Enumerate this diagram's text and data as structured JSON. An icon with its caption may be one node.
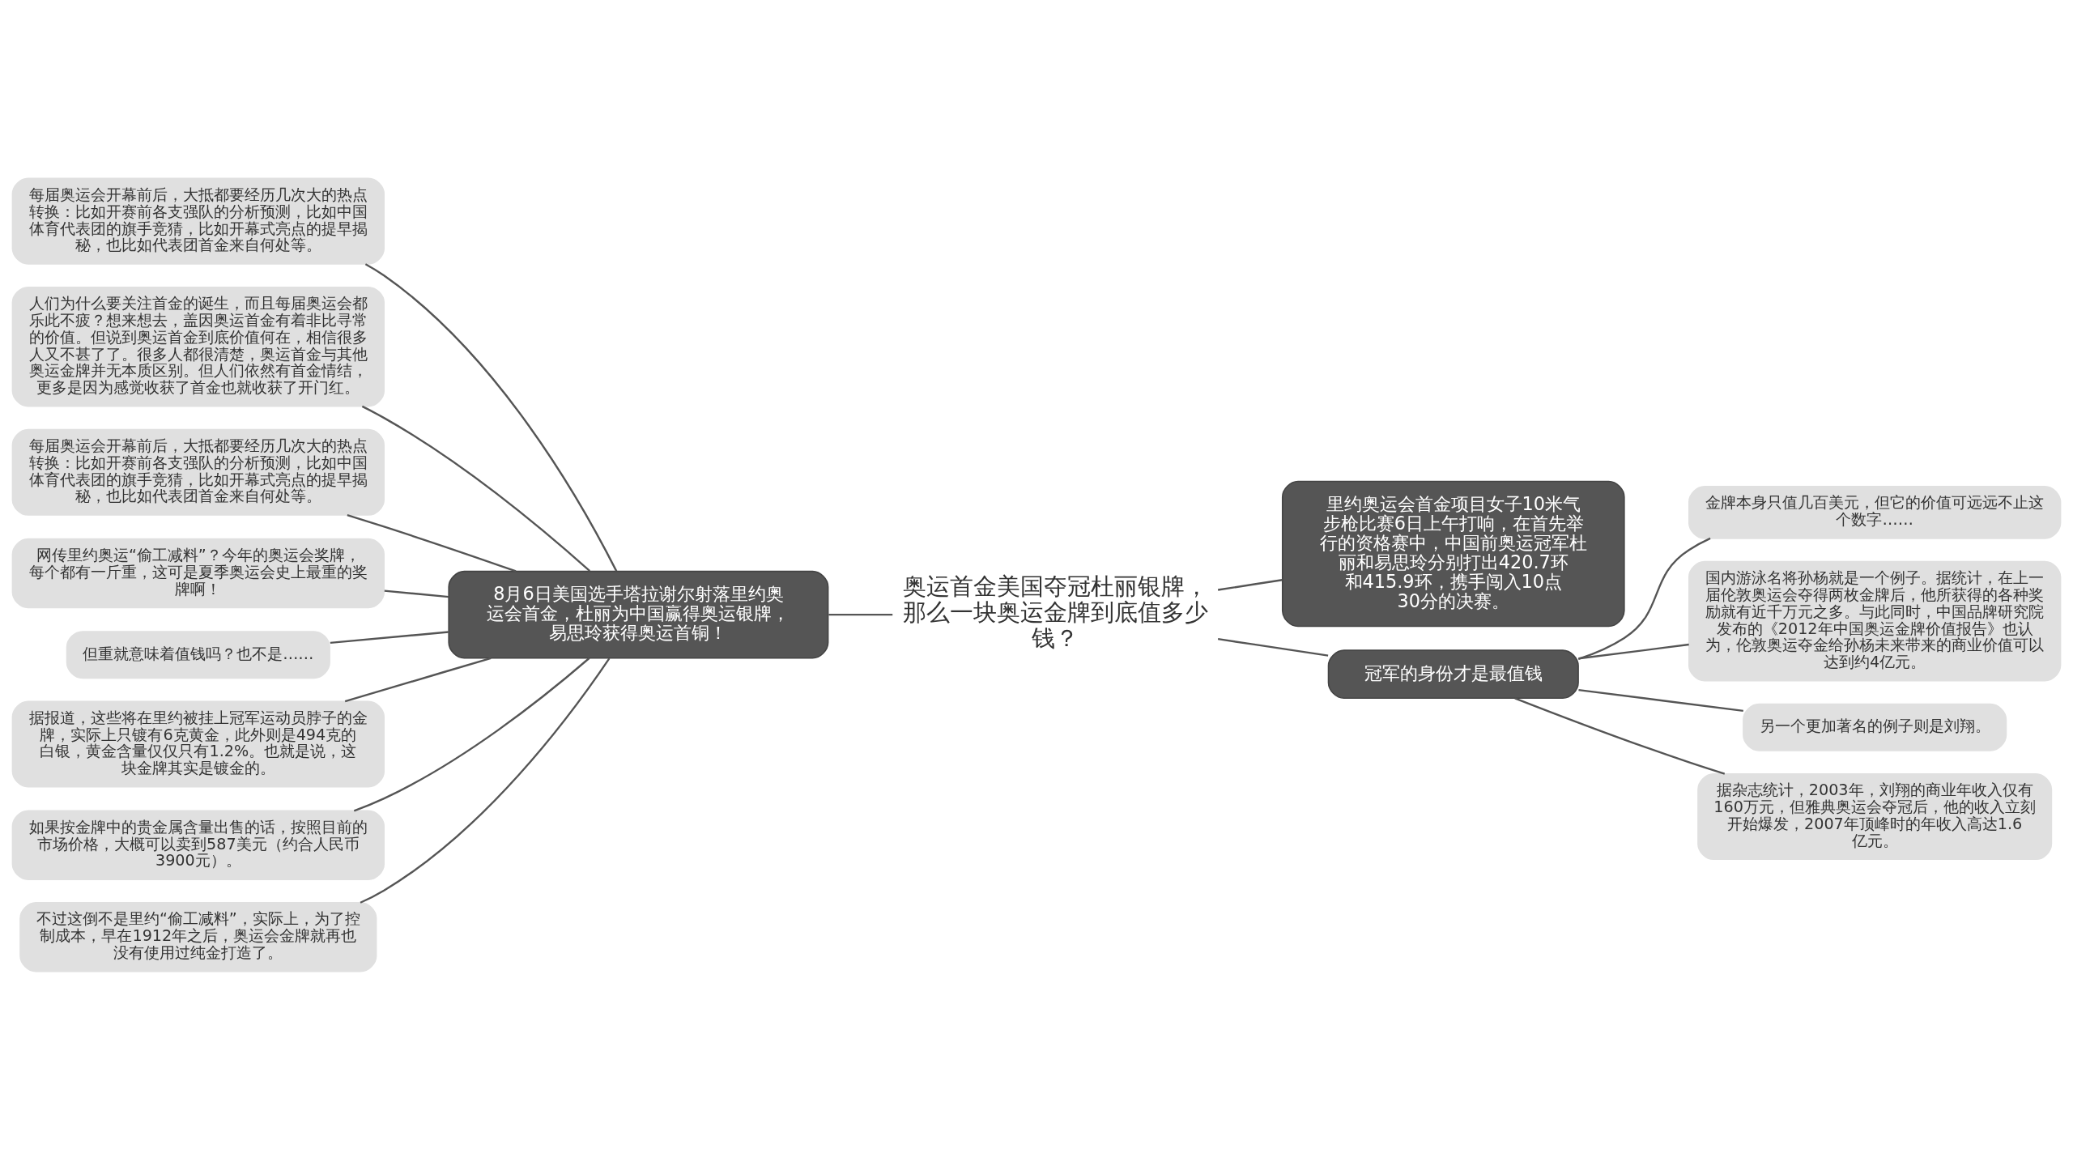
{
  "diagram": {
    "nodes": [
      {
        "text": [
          "奥运首金美国夺冠杜丽银牌，那么一块奥运金牌到底值多少钱？"
        ]
      },
      {
        "text": [
          "8月6日美国选手塔拉谢尔射落里约奥运会首金，杜丽为中国赢得奥运银牌，易思玲获得奥运首铜！"
        ]
      },
      {
        "text": [
          "每届奥运会开幕前后，大抵都要经历几次大的热点转换：比如开赛前各支强队的分析预测，比如中国体育代表团的旗手竞猜，比如开幕式亮点的提早揭秘，也比如代表团首金来自何处等。"
        ]
      },
      {
        "text": [
          "人们为什么要关注首金的诞生，而且每届奥运会都乐此不疲？想来想去，盖因奥运首金有着非比寻常的价值。但说到奥运首金到底价值何在，相信很多人又不甚了了。很多人都很清楚，奥运首金与其他奥运金牌并无本质区别。但人们依然有首金情结，更多是因为感觉收获了首金也就收获了开门红。"
        ]
      },
      {
        "text": [
          "每届奥运会开幕前后，大抵都要经历几次大的热点转换：比如开赛前各支强队的分析预测，比如中国体育代表团的旗手竞猜，比如开幕式亮点的提早揭秘，也比如代表团首金来自何处等。"
        ]
      },
      {
        "text": [
          "网传里约奥运“偷工减料”？今年的奥运会奖牌，每个都有一斤重，这可是夏季奥运会史上最重的奖牌啊！"
        ]
      },
      {
        "text": [
          "但重就意味着值钱吗？也不是……"
        ]
      },
      {
        "text": [
          "据报道，这些将在里约被挂上冠军运动员脖子的金牌，实际上只镀有6克黄金，此外则是494克的白银，黄金含量仅仅只有1.2%。也就是说，这块金牌其实是镀金的。"
        ]
      },
      {
        "text": [
          "如果按金牌中的贵金属含量出售的话，按照目前的市场价格，大概可以卖到587美元（约合人民币3900元）。"
        ]
      },
      {
        "text": [
          "不过这倒不是里约“偷工减料”，实际上，为了控制成本，早在1912年之后，奥运会金牌就再也没有使用过纯金打造了。"
        ]
      },
      {
        "text": [
          "里约奥运会首金项目女子10米气步枪比赛6日上午打响，在首先举行的资格赛中，中国前奥运冠军杜丽和易思玲分别打出420.7环和415.9环，携手闯入10点30分的决赛。"
        ]
      },
      {
        "text": [
          "冠军的身份才是最值钱"
        ]
      },
      {
        "text": [
          "金牌本身只值几百美元，但它的价值可远远不止这个数字……"
        ]
      },
      {
        "text": [
          "国内游泳名将孙杨就是一个例子。据统计，在上一届伦敦奥运会夺得两枚金牌后，他所获得的各种奖励就有近千万元之多。与此同时，中国品牌研究院发布的《2012年中国奥运金牌价值报告》也认为，伦敦奥运夺金给孙杨未来带来的商业价值可以达到约4亿元。"
        ]
      },
      {
        "text": [
          "另一个更加著名的例子则是刘翔。"
        ]
      },
      {
        "text": [
          "据杂志统计，2003年，刘翔的商业年收入仅有160万元，但雅典奥运会夺冠后，他的收入立刻开始爆发，2007年顶峰时的年收入高达1.6亿元。"
        ]
      }
    ],
    "edges": [
      {
        "from": 0,
        "to": 1,
        "arrow": "none"
      },
      {
        "from": 1,
        "to": 2,
        "arrow": "none"
      },
      {
        "from": 1,
        "to": 3,
        "arrow": "none"
      },
      {
        "from": 1,
        "to": 4,
        "arrow": "none"
      },
      {
        "from": 1,
        "to": 5,
        "arrow": "none"
      },
      {
        "from": 1,
        "to": 6,
        "arrow": "none"
      },
      {
        "from": 1,
        "to": 7,
        "arrow": "none"
      },
      {
        "from": 1,
        "to": 8,
        "arrow": "none"
      },
      {
        "from": 1,
        "to": 9,
        "arrow": "none"
      },
      {
        "from": 0,
        "to": 10,
        "arrow": "none"
      },
      {
        "from": 0,
        "to": 11,
        "arrow": "none"
      },
      {
        "from": 11,
        "to": 12,
        "arrow": "none"
      },
      {
        "from": 11,
        "to": 13,
        "arrow": "none"
      },
      {
        "from": 11,
        "to": 14,
        "arrow": "none"
      },
      {
        "from": 11,
        "to": 15,
        "arrow": "none"
      }
    ]
  }
}
